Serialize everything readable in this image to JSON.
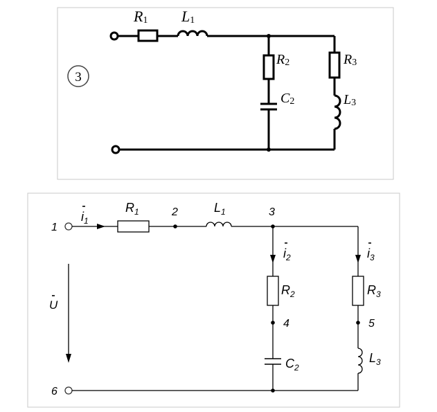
{
  "diagram1": {
    "badge": "3",
    "R1": {
      "main": "R",
      "sub": "1"
    },
    "L1": {
      "main": "L",
      "sub": "1"
    },
    "R2": {
      "main": "R",
      "sub": "2"
    },
    "C2": {
      "main": "C",
      "sub": "2"
    },
    "R3": {
      "main": "R",
      "sub": "3"
    },
    "L3": {
      "main": "L",
      "sub": "3"
    }
  },
  "diagram2": {
    "nodes": {
      "n1": "1",
      "n2": "2",
      "n3": "3",
      "n4": "4",
      "n5": "5",
      "n6": "6"
    },
    "current1": {
      "main": "i",
      "sub": "1"
    },
    "current2": {
      "main": "i",
      "sub": "2"
    },
    "current3": {
      "main": "i",
      "sub": "3"
    },
    "voltage": "U",
    "R1": {
      "main": "R",
      "sub": "1"
    },
    "L1": {
      "main": "L",
      "sub": "1"
    },
    "R2": {
      "main": "R",
      "sub": "2"
    },
    "C2": {
      "main": "C",
      "sub": "2"
    },
    "R3": {
      "main": "R",
      "sub": "3"
    },
    "L3": {
      "main": "L",
      "sub": "3"
    }
  }
}
